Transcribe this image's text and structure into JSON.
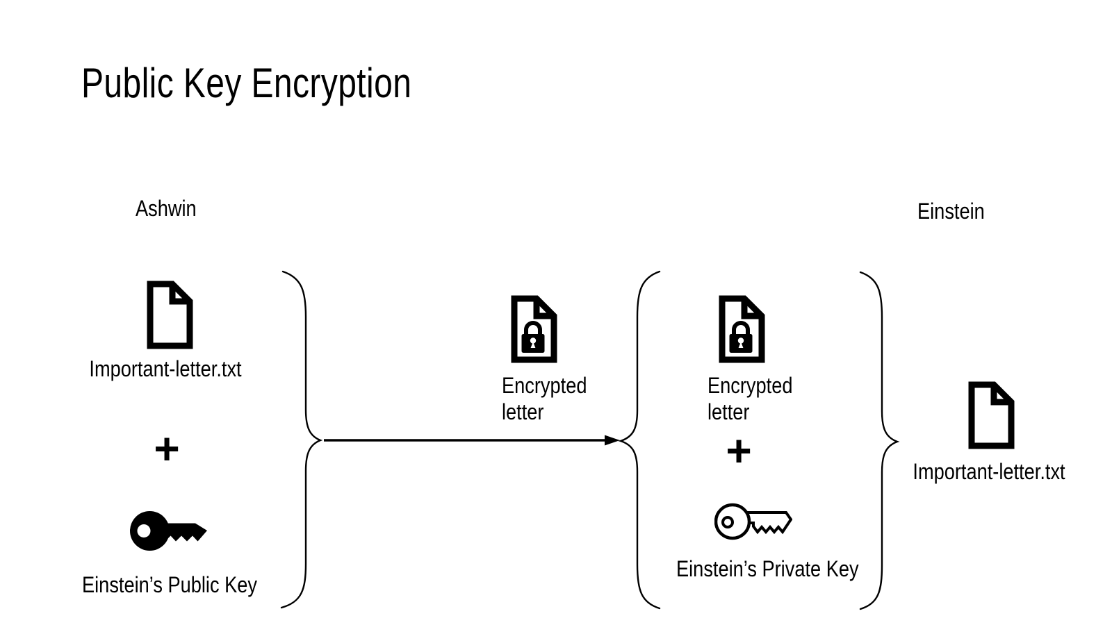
{
  "slide": {
    "title": "Public Key Encryption"
  },
  "actors": {
    "sender": "Ashwin",
    "receiver": "Einstein"
  },
  "sender_group": {
    "file_label": "Important-letter.txt",
    "plus": "+",
    "key_label": "Einstein’s Public Key",
    "icons": {
      "file": "document-icon",
      "key": "key-solid-icon",
      "grouping": "curly-brace-right"
    }
  },
  "channel": {
    "encrypted_label_line1": "Encrypted",
    "encrypted_label_line2": "letter",
    "icons": {
      "encrypted_file": "encrypted-document-icon",
      "transfer": "right-arrow"
    }
  },
  "receiver_group": {
    "encrypted_label_line1": "Encrypted",
    "encrypted_label_line2": "letter",
    "plus": "+",
    "key_label": "Einstein’s Private Key",
    "file_label": "Important-letter.txt",
    "icons": {
      "encrypted_file": "encrypted-document-icon",
      "key": "key-outline-icon",
      "file": "document-icon",
      "grouping_left": "curly-brace-left",
      "grouping_right": "curly-brace-right"
    }
  },
  "colors": {
    "ink": "#000000",
    "background": "#ffffff"
  }
}
